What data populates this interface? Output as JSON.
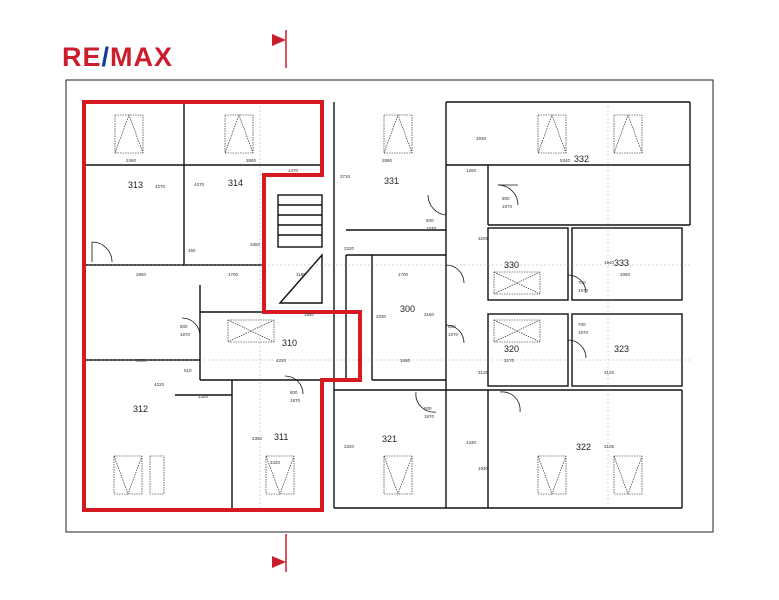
{
  "brand": {
    "logo_left": "RE",
    "logo_slash": "/",
    "logo_right": "MAX",
    "primary_color": "#cc1d2c",
    "secondary_color": "#0b3d91"
  },
  "plan": {
    "highlight_color": "#d51a22",
    "rooms": [
      {
        "id": "313",
        "label": "313"
      },
      {
        "id": "314",
        "label": "314"
      },
      {
        "id": "331",
        "label": "331"
      },
      {
        "id": "332",
        "label": "332"
      },
      {
        "id": "330",
        "label": "330"
      },
      {
        "id": "333",
        "label": "333"
      },
      {
        "id": "300",
        "label": "300"
      },
      {
        "id": "310",
        "label": "310"
      },
      {
        "id": "320",
        "label": "320"
      },
      {
        "id": "323",
        "label": "323"
      },
      {
        "id": "312",
        "label": "312"
      },
      {
        "id": "311",
        "label": "311"
      },
      {
        "id": "321",
        "label": "321"
      },
      {
        "id": "322",
        "label": "322"
      }
    ],
    "dimensions": [
      "2460",
      "3860",
      "1470",
      "2890",
      "1260",
      "5340",
      "4270",
      "4270",
      "3710",
      "1930",
      "800",
      "1970",
      "800",
      "1970",
      "3350",
      "450",
      "3205",
      "1940",
      "2850",
      "1700",
      "1700",
      "2850",
      "1550",
      "1180",
      "3320",
      "800",
      "1970",
      "800",
      "1970",
      "700",
      "1970",
      "2030",
      "4220",
      "3160",
      "1680",
      "3170",
      "2850",
      "510",
      "1300",
      "800",
      "1970",
      "800",
      "1970",
      "3125",
      "3125",
      "4220",
      "3360",
      "3420",
      "3320",
      "1330",
      "1930",
      "3105",
      "700",
      "1970"
    ]
  }
}
